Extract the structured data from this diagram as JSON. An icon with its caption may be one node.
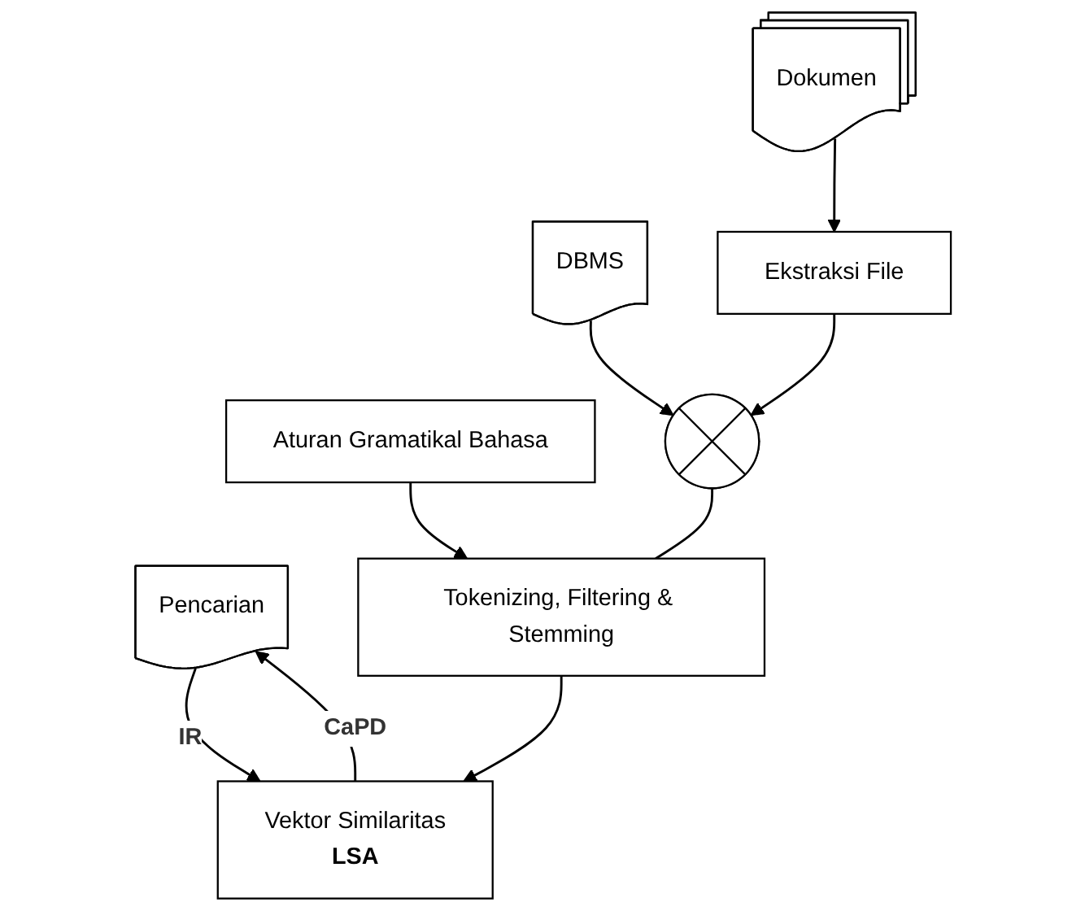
{
  "diagram": {
    "nodes": [
      {
        "text": [
          "Pencarian"
        ]
      },
      {
        "text": [
          "Vektor Similaritas",
          "LSA"
        ]
      },
      {
        "text": [
          "Tokenizing, Filtering & Stemming"
        ]
      },
      {
        "text": [
          "Aturan Gramatikal Bahasa"
        ]
      },
      {
        "text": [
          "DBMS"
        ]
      },
      {
        "text": [],
        "shape": "circle"
      },
      {
        "text": [
          "Dokumen"
        ]
      },
      {
        "text": [
          "Ekstraksi File"
        ]
      }
    ],
    "edges": [
      {
        "from": 0,
        "to": 1,
        "arrow": "to",
        "label": "IR"
      },
      {
        "from": 1,
        "to": 0,
        "arrow": "to",
        "label": "CaPD"
      },
      {
        "from": 2,
        "to": 1,
        "arrow": "to"
      },
      {
        "from": 3,
        "to": 2,
        "arrow": "to"
      },
      {
        "from": 4,
        "to": 5,
        "arrow": "to"
      },
      {
        "from": 5,
        "to": 2,
        "arrow": "none"
      },
      {
        "from": 7,
        "to": 5,
        "arrow": "to"
      },
      {
        "from": 6,
        "to": 7,
        "arrow": "to"
      }
    ]
  }
}
